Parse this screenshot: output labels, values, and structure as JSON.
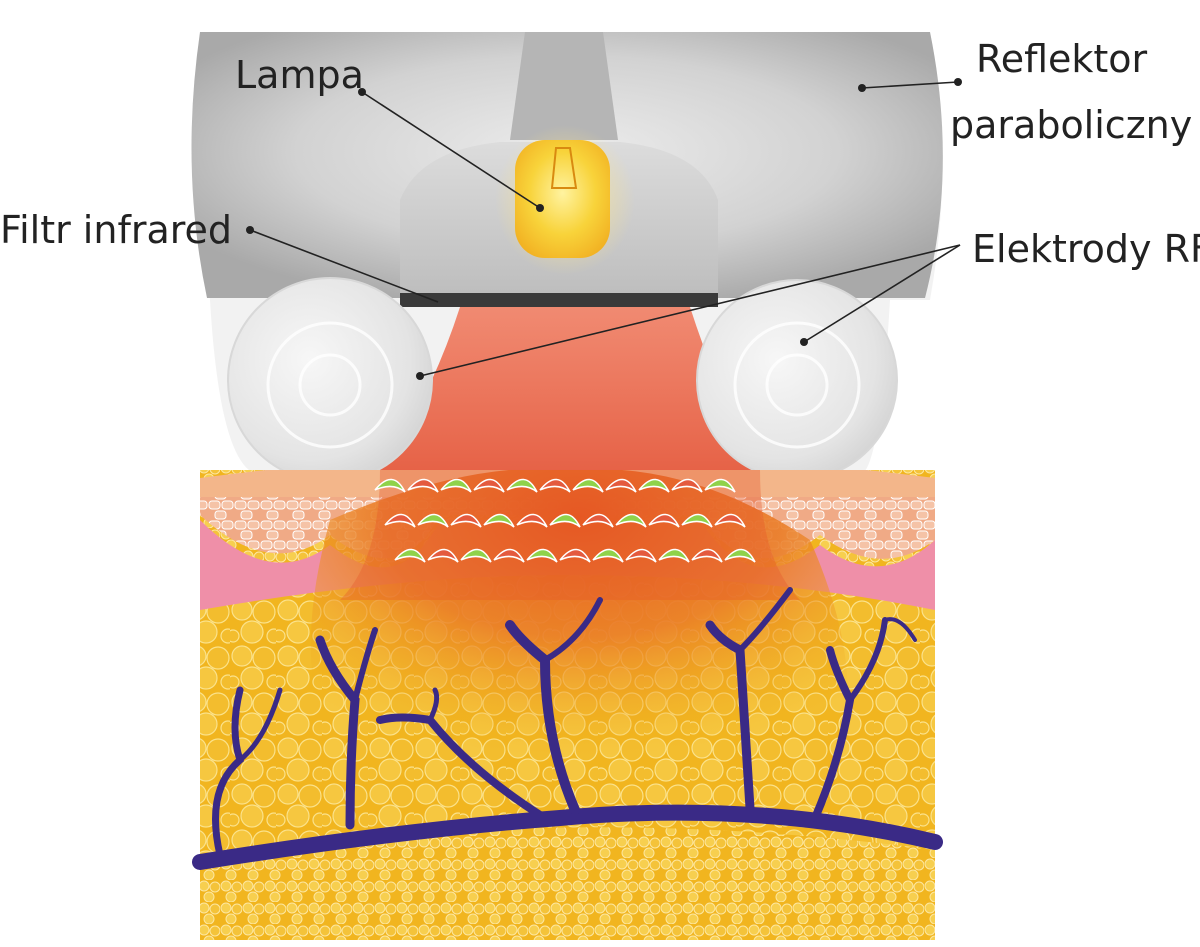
{
  "labels": {
    "lamp": "Lampa",
    "reflector_line1": "Reflektor",
    "reflector_line2": "paraboliczny",
    "filter": "Filtr infrared",
    "electrodes": "Elektrody RF"
  },
  "colors": {
    "housing": "#c9c9c9",
    "lamp": "#f6c51b",
    "infrared_beam": "#e5553a",
    "skin_epidermis": "#f3b68a",
    "dermis_pink": "#ef8fa8",
    "fat_yellow": "#f1b51f",
    "heated_zone": "#e9792a",
    "collagen_green": "#8fd24a",
    "vessels": "#3a2a86"
  }
}
